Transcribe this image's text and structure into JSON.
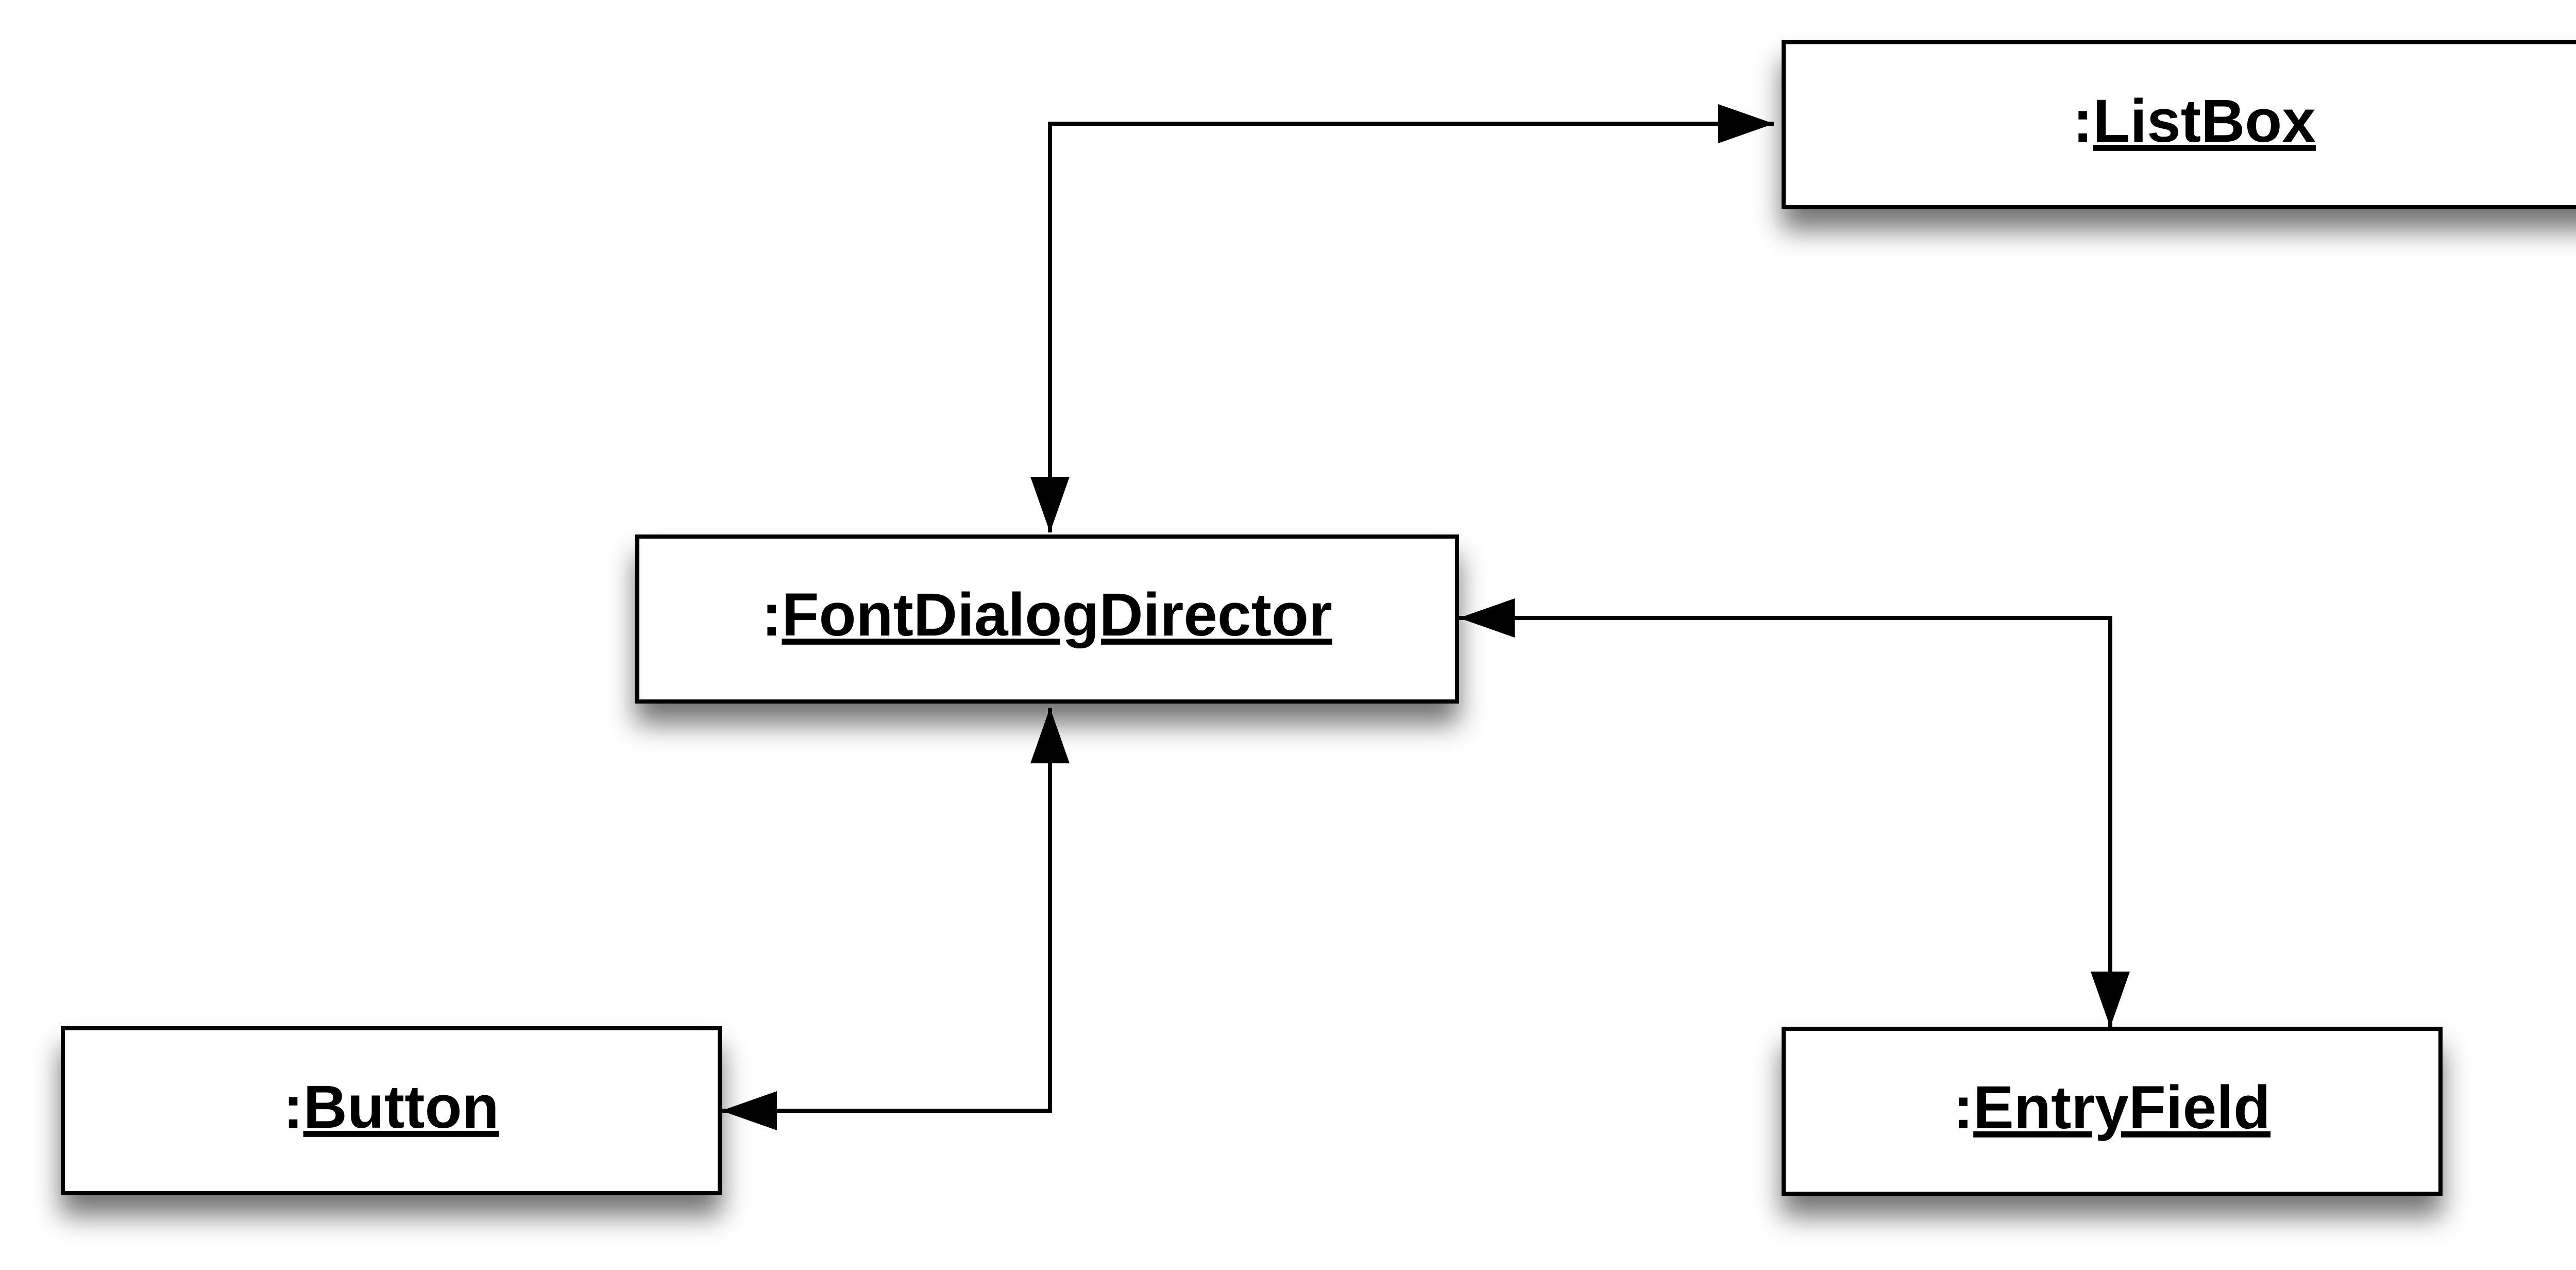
{
  "diagram": {
    "objects": [
      {
        "id": "listbox",
        "prefix": ":",
        "name": "ListBox"
      },
      {
        "id": "director",
        "prefix": ":",
        "name": "FontDialogDirector"
      },
      {
        "id": "button",
        "prefix": ":",
        "name": "Button"
      },
      {
        "id": "entry",
        "prefix": ":",
        "name": "EntryField"
      }
    ],
    "links": [
      {
        "from": "director",
        "to": "listbox",
        "arrowheads": "both"
      },
      {
        "from": "director",
        "to": "entry",
        "arrowheads": "both"
      },
      {
        "from": "director",
        "to": "button",
        "arrowheads": "both"
      }
    ],
    "colors": {
      "box_fill": "#ffffff",
      "box_stroke": "#000000",
      "line": "#000000",
      "shadow": "#000000"
    }
  }
}
